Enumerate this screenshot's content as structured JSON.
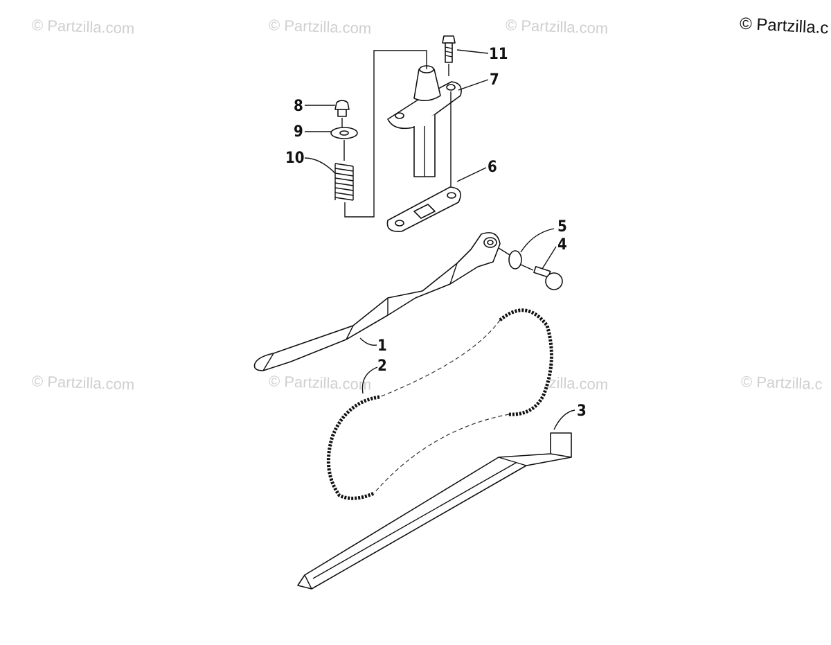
{
  "watermarks": [
    {
      "text": "© Partzilla.com"
    },
    {
      "text": "© Partzilla.com"
    },
    {
      "text": "© Partzilla.com"
    },
    {
      "text": "© Partzilla.com"
    },
    {
      "text": "© Partzilla.com"
    },
    {
      "text": "© Partzilla.com"
    },
    {
      "text": "© Partzilla.c"
    }
  ],
  "corner_mark": "© Partzilla.c",
  "callouts": {
    "c1": "1",
    "c2": "2",
    "c3": "3",
    "c4": "4",
    "c5": "5",
    "c6": "6",
    "c7": "7",
    "c8": "8",
    "c9": "9",
    "c10": "10",
    "c11": "11"
  },
  "colors": {
    "line": "#111111",
    "watermark": "#cfcfcf",
    "background": "#ffffff"
  }
}
